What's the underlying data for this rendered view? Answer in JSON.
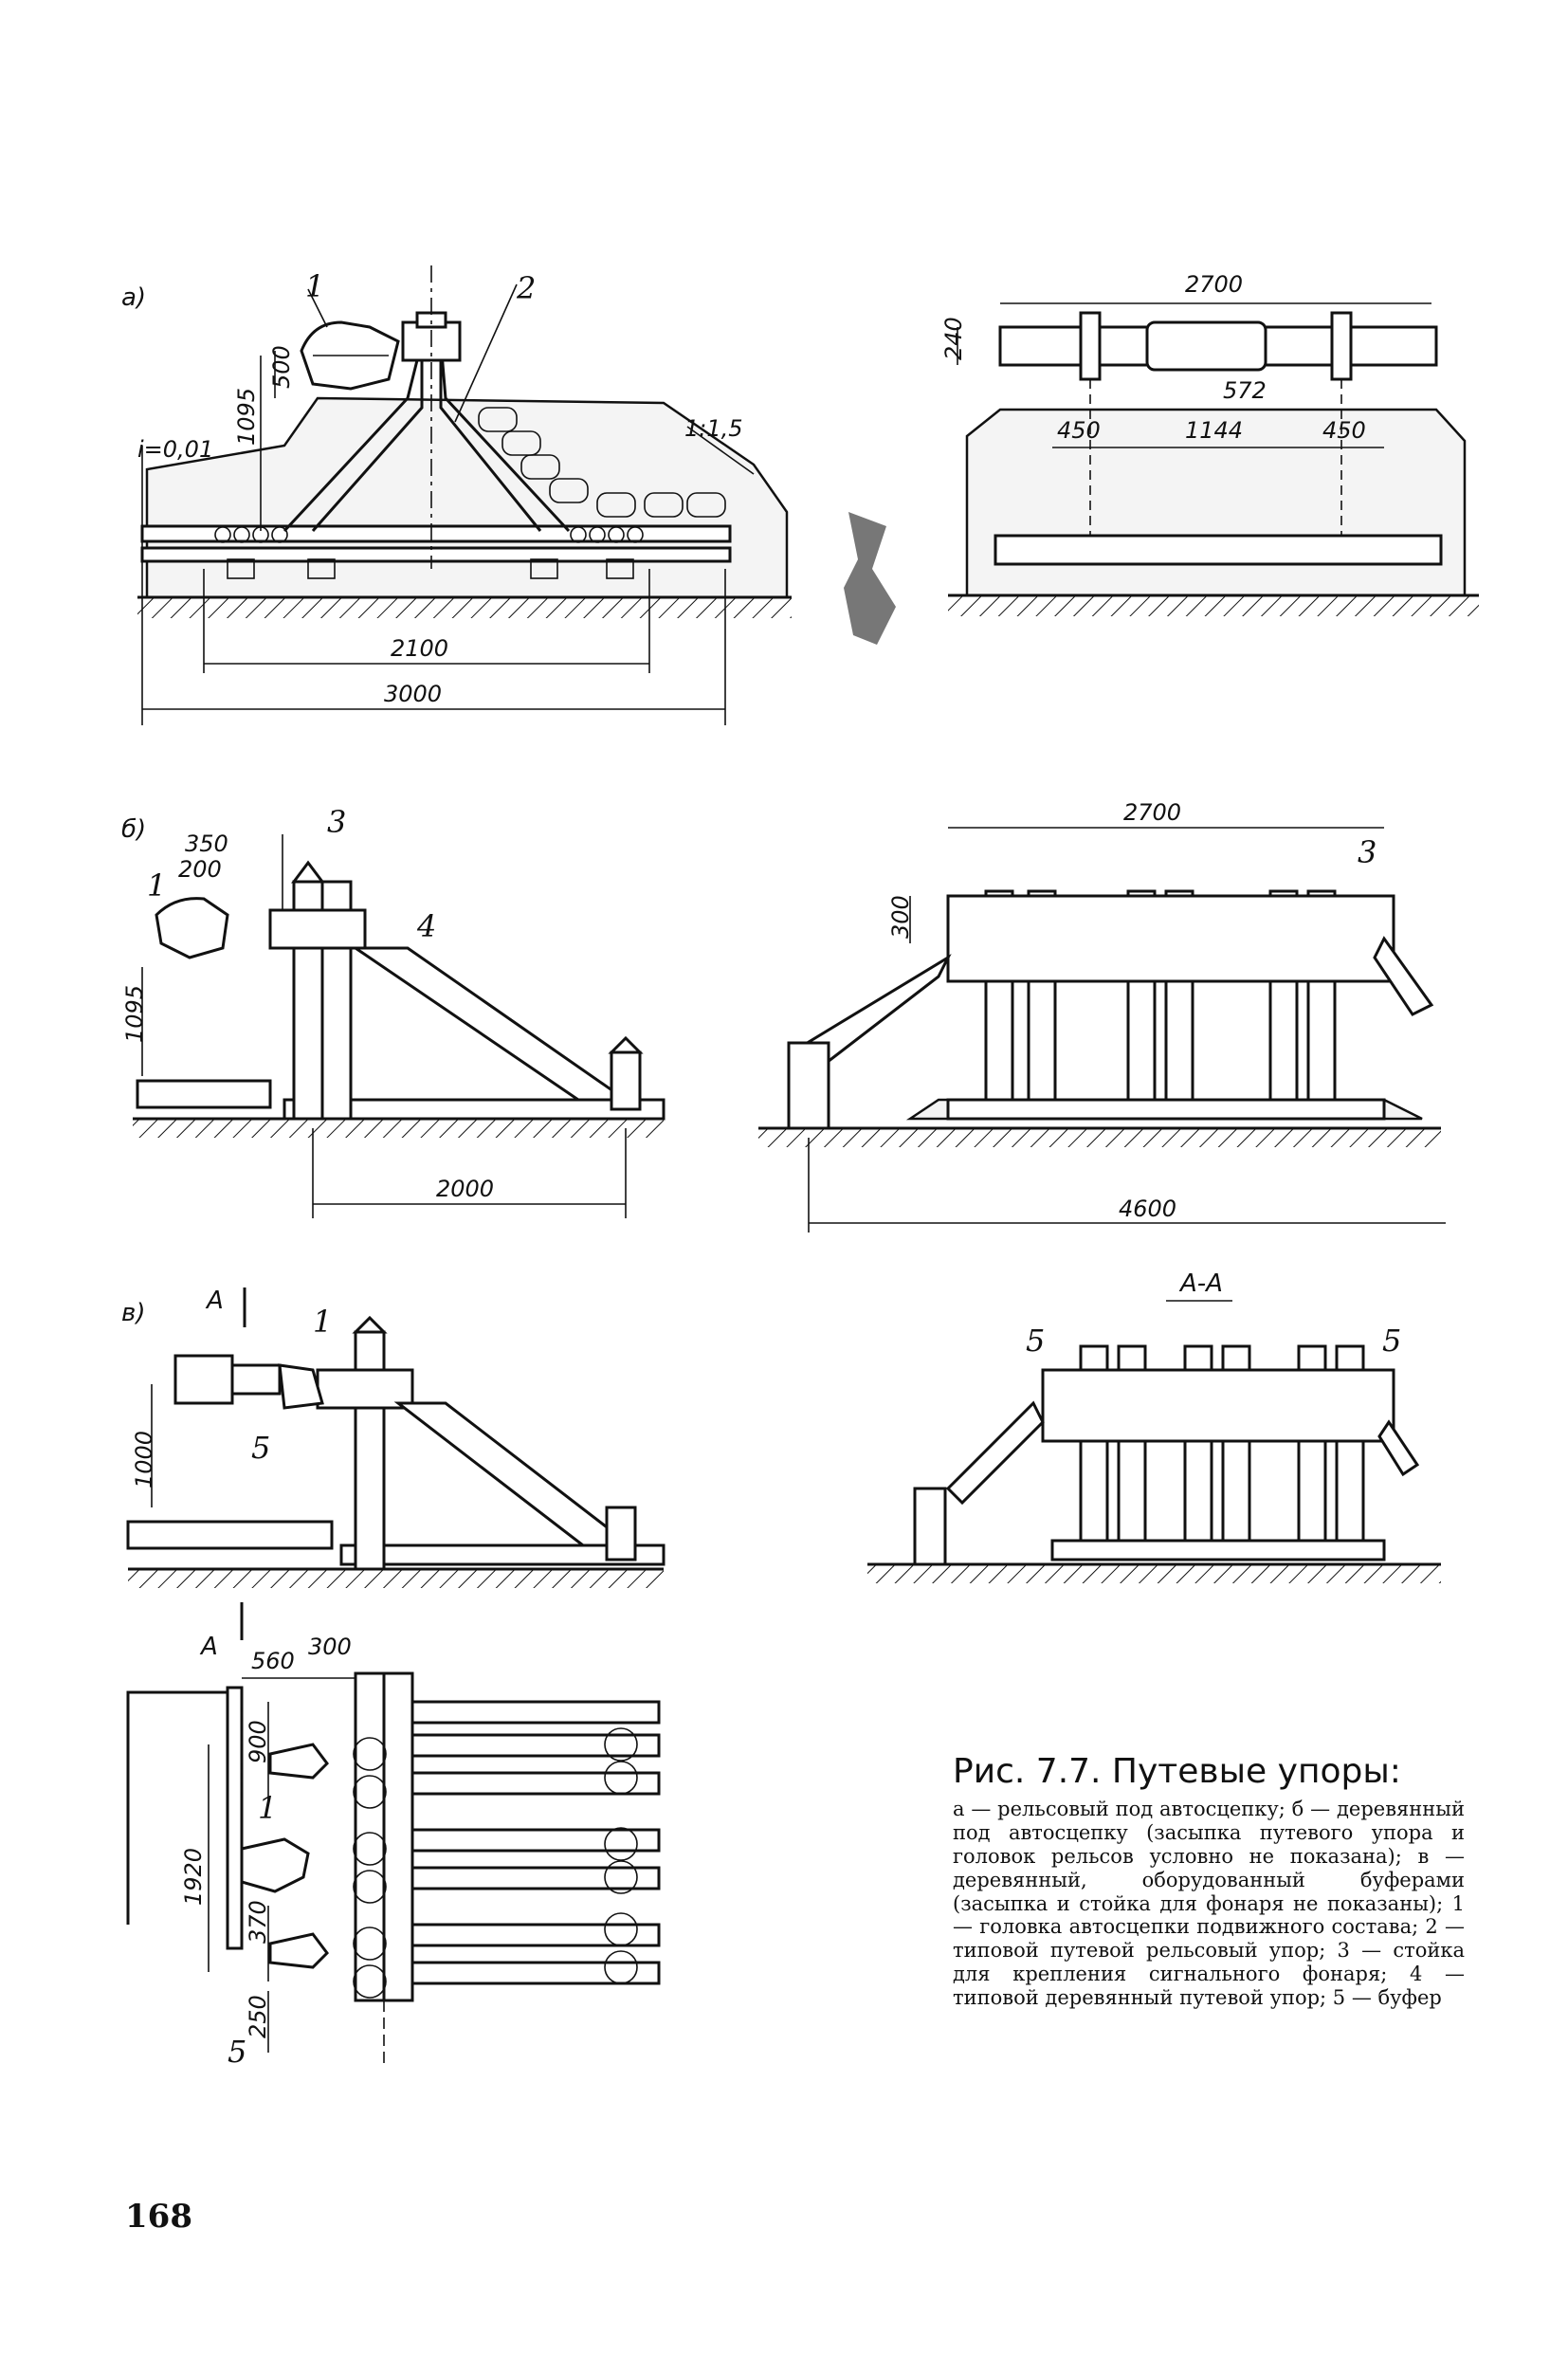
{
  "figure": {
    "panel_labels": {
      "a": "а)",
      "b": "б)",
      "v": "в)"
    },
    "section_label": "А-А",
    "section_marker": "А",
    "part_numbers": [
      "1",
      "2",
      "3",
      "4",
      "5"
    ],
    "slope_a": "i=0,01",
    "slope_b": "1:1,5",
    "dims_a": {
      "d500": "500",
      "d1095": "1095",
      "d2100": "2100",
      "d3000": "3000",
      "d2700": "2700",
      "d240": "240",
      "d572": "572",
      "d450": "450",
      "d1144": "1144"
    },
    "dims_b": {
      "d350": "350",
      "d200": "200",
      "d1095": "1095",
      "d2000": "2000",
      "d2700": "2700",
      "d300": "300",
      "d4600": "4600"
    },
    "dims_v": {
      "d1000": "1000",
      "d560": "560",
      "d300": "300",
      "d900": "900",
      "d1920": "1920",
      "d370": "370",
      "d250": "250"
    }
  },
  "caption": {
    "title": "Рис. 7.7. Путевые упоры:",
    "text": "а — рельсовый под автосцепку; б — деревянный под автосцепку (засыпка путевого упора и головок рельсов условно не показана); в — деревянный, оборудованный буферами (засыпка и стойка для фонаря не показаны); 1 — головка автосцепки подвижного состава; 2 — типовой путевой рельсовый упор; 3 — стойка для крепления сигнального фонаря; 4 — типовой деревянный путевой упор; 5 — буфер"
  },
  "page_number": "168"
}
